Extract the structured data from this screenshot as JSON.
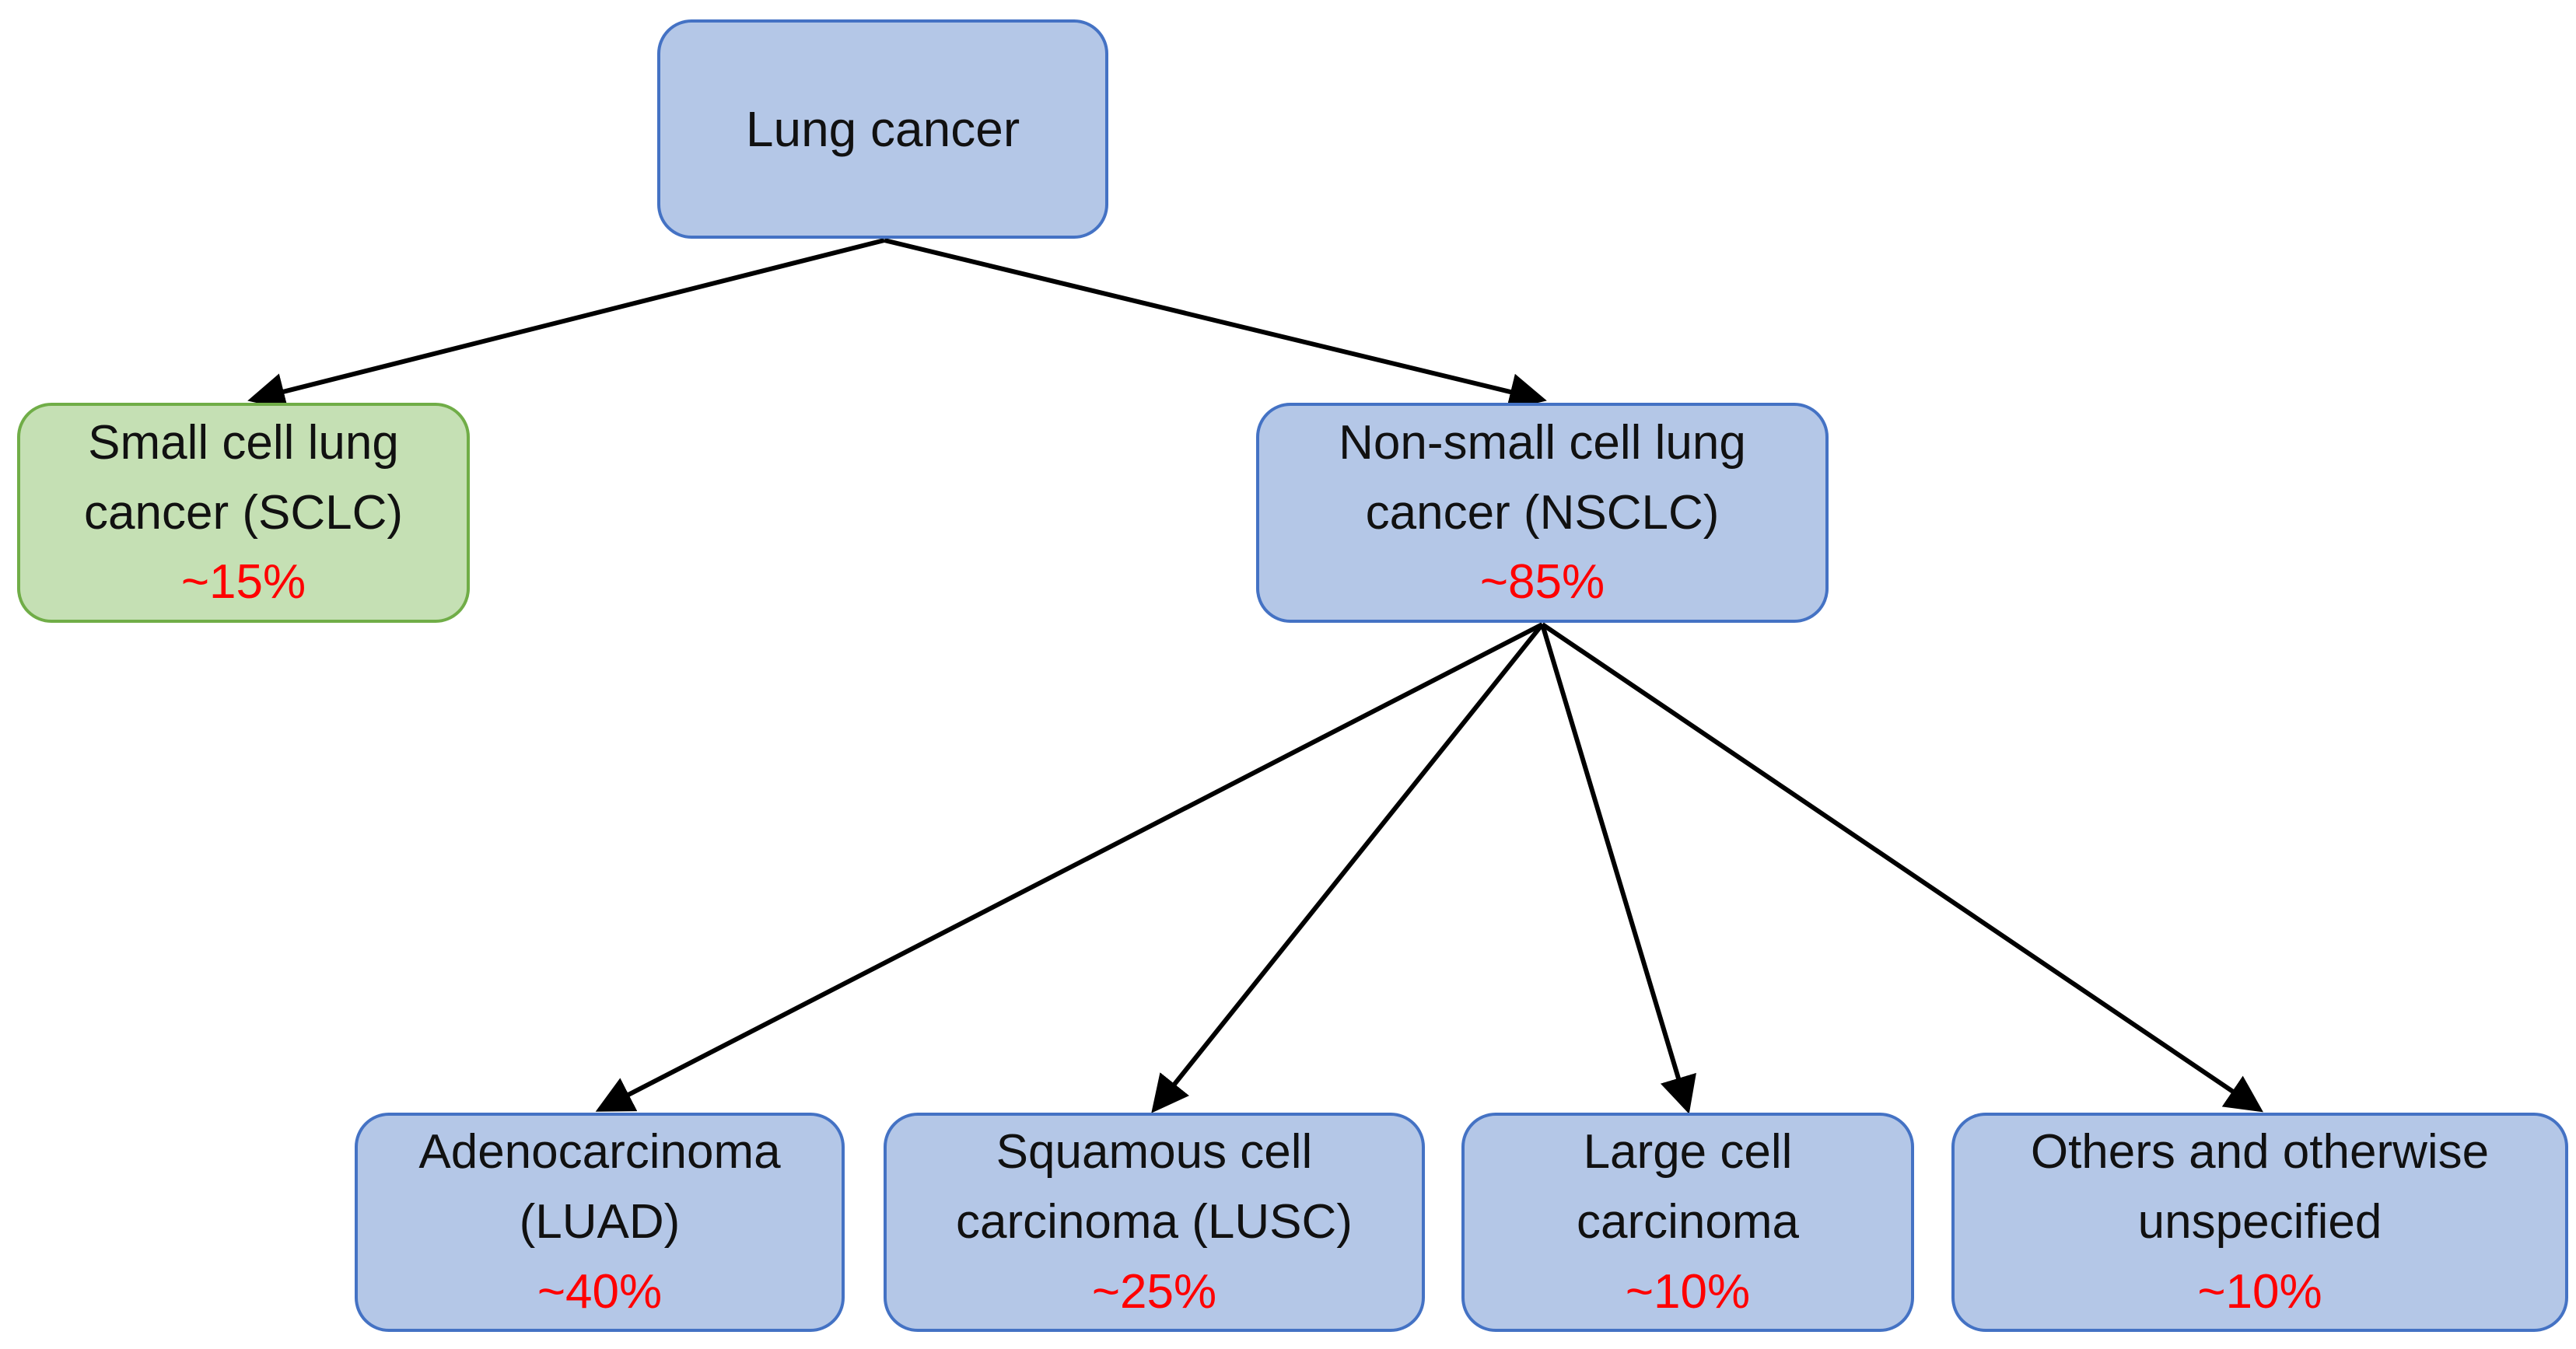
{
  "colors": {
    "blue_fill": "#b4c7e7",
    "blue_border": "#4472c4",
    "green_fill": "#c5e0b4",
    "green_border": "#70ad47",
    "percent_text": "#ff0000",
    "edge": "#000000"
  },
  "nodes": {
    "root": {
      "lines": [
        "Lung cancer"
      ],
      "pct": ""
    },
    "sclc": {
      "lines": [
        "Small cell lung",
        "cancer (SCLC)"
      ],
      "pct": "~15%"
    },
    "nsclc": {
      "lines": [
        "Non-small cell lung",
        "cancer (NSCLC)"
      ],
      "pct": "~85%"
    },
    "luad": {
      "lines": [
        "Adenocarcinoma",
        "(LUAD)"
      ],
      "pct": "~40%"
    },
    "lusc": {
      "lines": [
        "Squamous cell",
        "carcinoma (LUSC)"
      ],
      "pct": "~25%"
    },
    "large": {
      "lines": [
        "Large cell",
        "carcinoma"
      ],
      "pct": "~10%"
    },
    "others": {
      "lines": [
        "Others and otherwise",
        "unspecified"
      ],
      "pct": "~10%"
    }
  },
  "edges": [
    {
      "from": "root",
      "to": "sclc"
    },
    {
      "from": "root",
      "to": "nsclc"
    },
    {
      "from": "nsclc",
      "to": "luad"
    },
    {
      "from": "nsclc",
      "to": "lusc"
    },
    {
      "from": "nsclc",
      "to": "large"
    },
    {
      "from": "nsclc",
      "to": "others"
    }
  ]
}
